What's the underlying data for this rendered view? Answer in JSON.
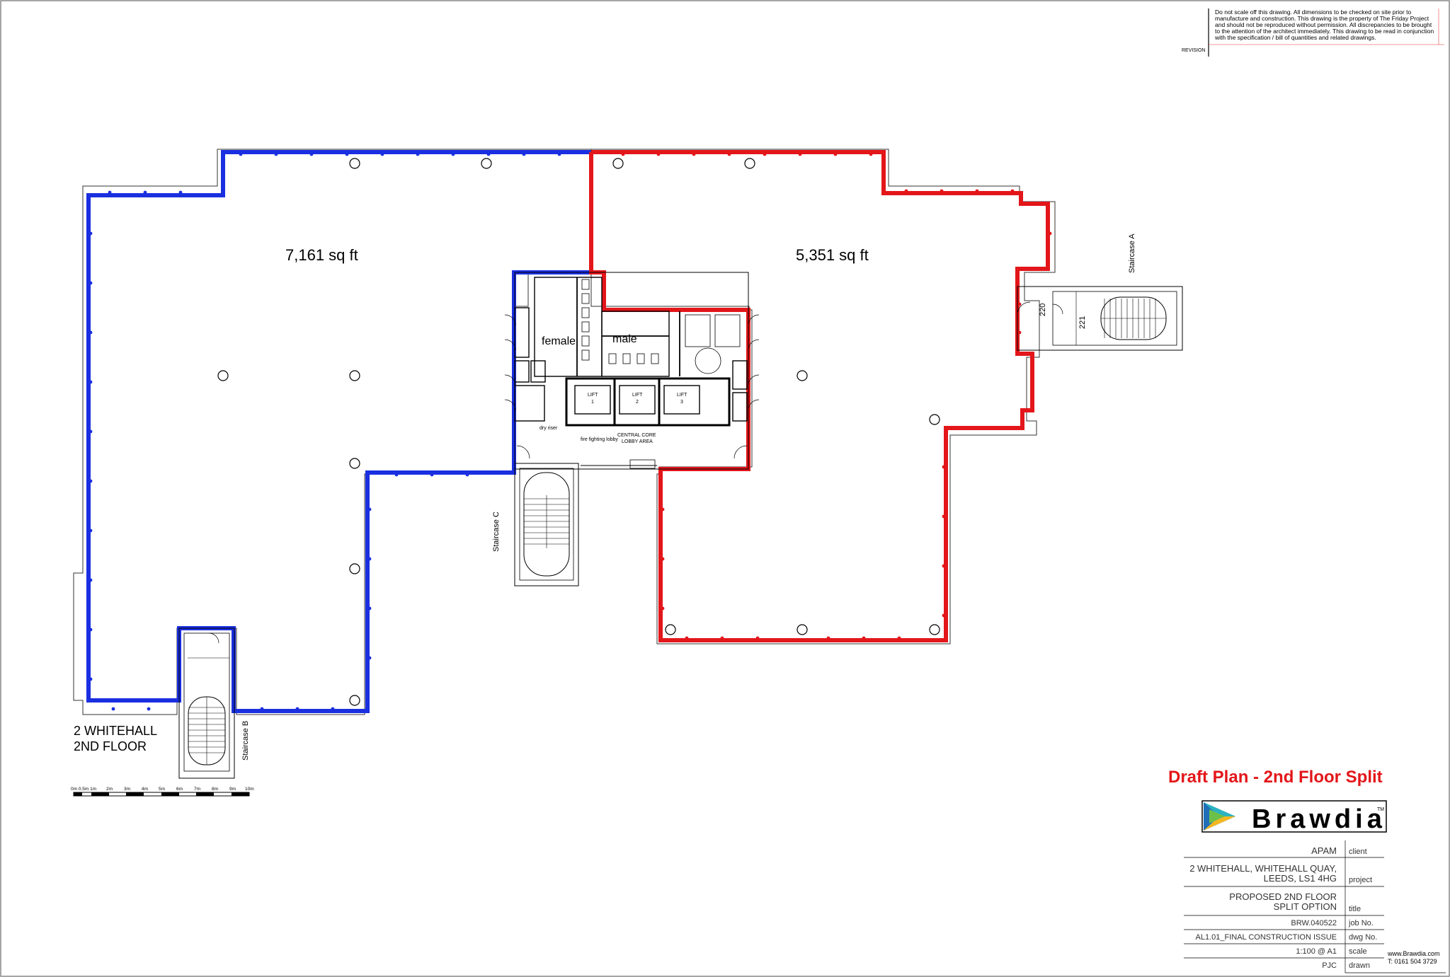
{
  "drawing": {
    "notes_lines": [
      "Do not scale off this drawing.  All dimensions to be checked on site prior to",
      "manufacture and construction.  This drawing is the property of The Friday Project",
      "and should not be reproduced without permission.  All discrepancies to be brought",
      " to the attention of the architect immediately.  This drawing to be read in conjunction",
      "with the specification / bill of quantities and related drawings."
    ],
    "revision_label": "REVISION",
    "building_label_line1": "2 WHITEHALL",
    "building_label_line2": "2ND FLOOR",
    "scale_bar_labels": [
      "0m 0.5m 1m",
      "2m",
      "3m",
      "4m",
      "5m",
      "6m",
      "7m",
      "8m",
      "9m",
      "10m"
    ]
  },
  "areas": {
    "west_area": "7,161 sq ft",
    "east_area": "5,351 sq ft",
    "west_color": "#1a2fe0",
    "east_color": "#e3161a"
  },
  "core": {
    "female": "female",
    "male": "male",
    "lift1_top": "LIFT",
    "lift1_num": "1",
    "lift2_top": "LIFT",
    "lift2_num": "2",
    "lift3_top": "LIFT",
    "lift3_num": "3",
    "dry_riser": "dry riser",
    "fire_lobby": "fire fighting lobby",
    "central_core_1": "CENTRAL CORE",
    "central_core_2": "LOBBY AREA",
    "room_220": "220",
    "room_221": "221",
    "stair_c": "Staircase C",
    "stair_a": "Staircase A",
    "stair_b": "Staircase B"
  },
  "title_block": {
    "draft_title": "Draft Plan - 2nd Floor Split",
    "logo_text": "Brawdia",
    "logo_tm": "TM",
    "client_value": "APAM",
    "client_label": "client",
    "project_line1": "2 WHITEHALL, WHITEHALL QUAY,",
    "project_line2": "LEEDS,  LS1 4HG",
    "project_label": "project",
    "title_line1": "PROPOSED 2ND FLOOR",
    "title_line2": "SPLIT OPTION",
    "title_label": "title",
    "job_value": "BRW.040522",
    "job_label": "job No.",
    "dwg_value": "AL1.01_FINAL CONSTRUCTION ISSUE",
    "dwg_label": "dwg No.",
    "scale_value": "1:100 @ A1",
    "scale_label": "scale",
    "drawn_value": "PJC",
    "drawn_label": "drawn",
    "web": "www.Brawdia.com",
    "phone": "T: 0161 504 3729"
  }
}
